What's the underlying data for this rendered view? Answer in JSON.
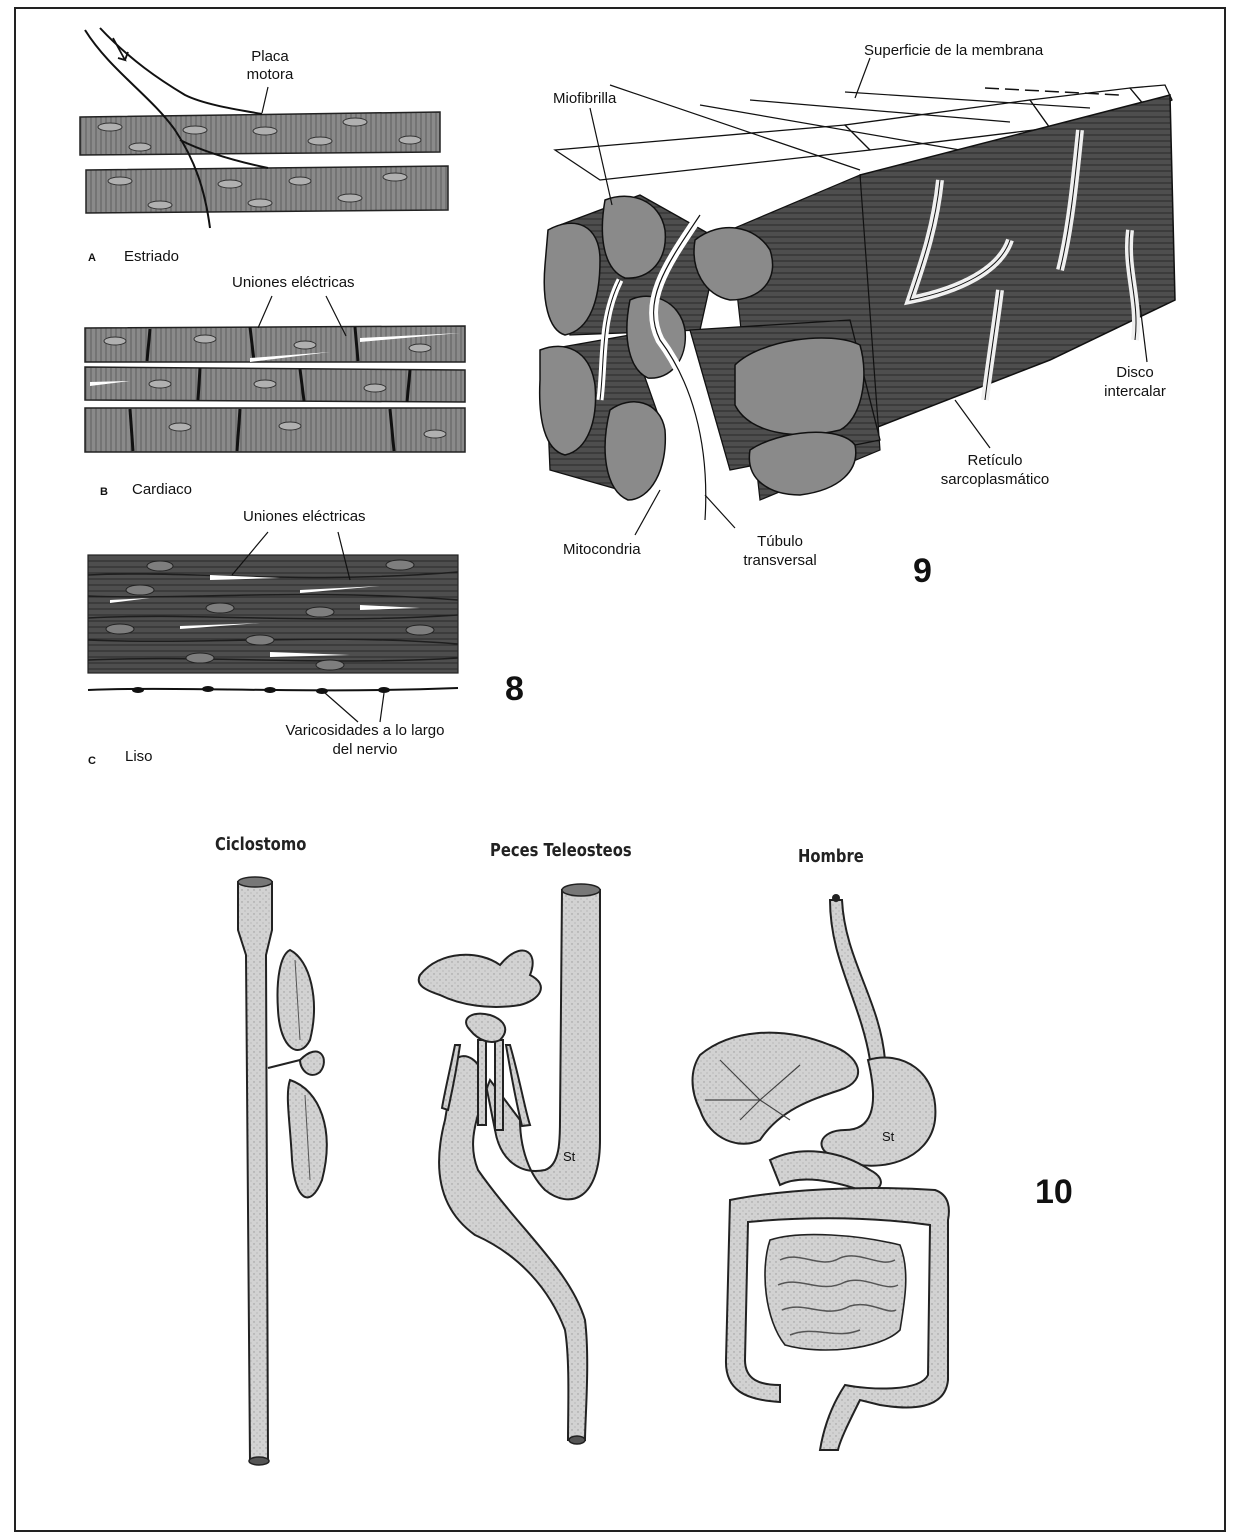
{
  "fig8": {
    "number": "8",
    "panel_a": {
      "letter": "A",
      "title": "Estriado",
      "label_placa_1": "Placa",
      "label_placa_2": "motora"
    },
    "panel_b": {
      "letter": "B",
      "title": "Cardiaco",
      "label_uniones": "Uniones eléctricas"
    },
    "panel_c": {
      "letter": "C",
      "title": "Liso",
      "label_uniones": "Uniones eléctricas",
      "label_var_1": "Varicosidades a lo largo",
      "label_var_2": "del nervio"
    }
  },
  "fig9": {
    "number": "9",
    "label_superficie": "Superficie de la membrana",
    "label_miofibrilla": "Miofibrilla",
    "label_disco_1": "Disco",
    "label_disco_2": "intercalar",
    "label_reticulo_1": "Retículo",
    "label_reticulo_2": "sarcoplasmático",
    "label_tubulo_1": "Túbulo",
    "label_tubulo_2": "transversal",
    "label_mitocondria": "Mitocondria"
  },
  "fig10": {
    "number": "10",
    "label_ciclostomo": "Ciclostomo",
    "label_peces": "Peces  Teleosteos",
    "label_hombre": "Hombre",
    "label_st_fish": "St",
    "label_st_human": "St"
  },
  "colors": {
    "tissue": "#7a7a7a",
    "tissue_dark": "#444444",
    "gut": "#cfcfcf",
    "ink": "#111111"
  }
}
